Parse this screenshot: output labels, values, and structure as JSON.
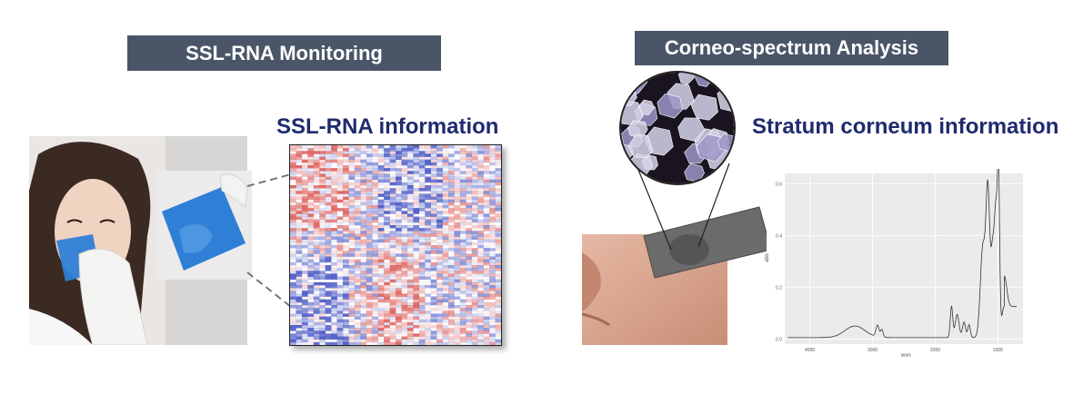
{
  "left": {
    "banner": "SSL-RNA Monitoring",
    "heading": "SSL-RNA information"
  },
  "right": {
    "banner": "Corneo-spectrum Analysis",
    "heading": "Stratum corneum information",
    "spectrum": {
      "x_ticks": [
        "4000",
        "3000",
        "2000",
        "1000"
      ],
      "y_ticks": [
        "0.6",
        "0.4",
        "0.2",
        "0.0"
      ],
      "xlabel": "wvn",
      "ylabel": "abs"
    }
  },
  "colors": {
    "banner_bg": "#4a5568",
    "heading_text": "#1f2a6e",
    "heatmap_red": "#d9534f",
    "heatmap_blue": "#3b4cc0",
    "film_blue": "#2f7fd6"
  }
}
